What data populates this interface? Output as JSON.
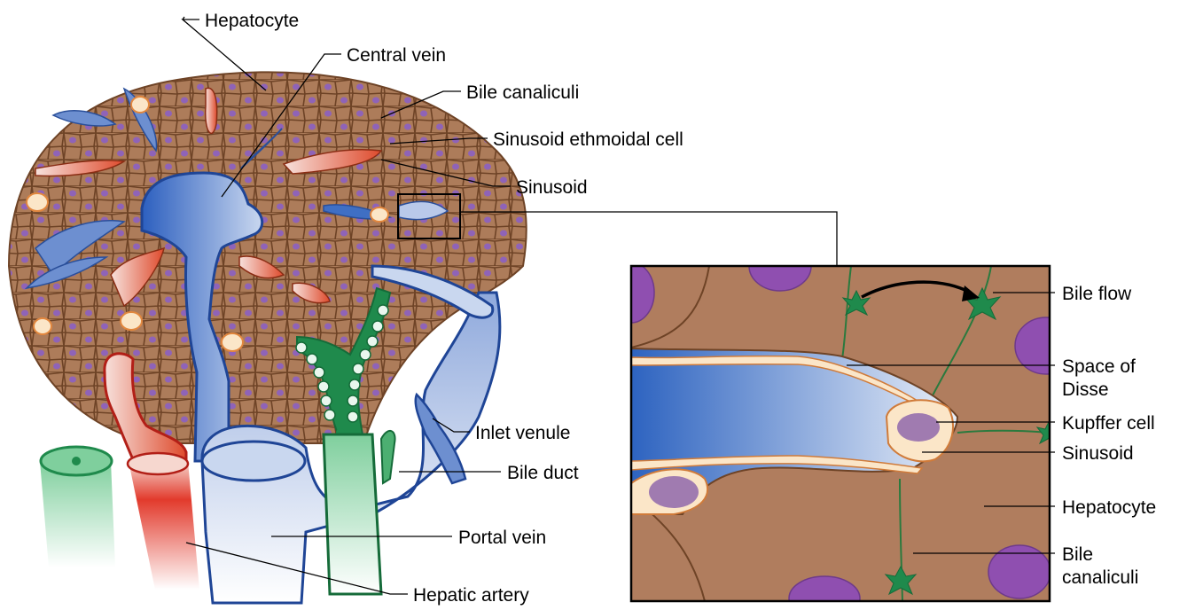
{
  "labels": {
    "hepatocyte_left": "Hepatocyte",
    "central_vein": "Central vein",
    "bile_canaliculi_left": "Bile canaliculi",
    "sinusoid_ethmoidal_cell": "Sinusoid ethmoidal cell",
    "sinusoid_left": "Sinusoid",
    "inlet_venule": "Inlet venule",
    "bile_duct": "Bile duct",
    "portal_vein": "Portal vein",
    "hepatic_artery": "Hepatic artery",
    "bile_flow": "Bile flow",
    "space_of_disse_1": "Space of",
    "space_of_disse_2": "Disse",
    "kupffer_cell": "Kupffer cell",
    "sinusoid_right": "Sinusoid",
    "hepatocyte_right": "Hepatocyte",
    "bile_canaliculi_right_1": "Bile",
    "bile_canaliculi_right_2": "canaliculi"
  },
  "colors": {
    "tissue": "#ad7c5a",
    "cell_border": "#6e4326",
    "nucleus": "#8f63b8",
    "vein_blue": "#3f6fc4",
    "vein_light": "#c9d7ef",
    "artery_red": "#e23a2c",
    "bile_green": "#1f8a4c",
    "bile_light": "#b9e3c8",
    "cell_cream": "#fbe6c8"
  }
}
